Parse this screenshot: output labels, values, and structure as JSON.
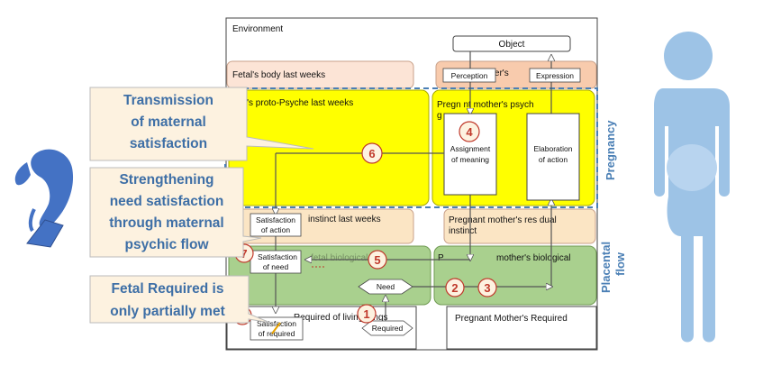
{
  "environment": {
    "label": "Environment"
  },
  "object": {
    "label": "Object"
  },
  "perception": {
    "label": "Perception"
  },
  "expression": {
    "label": "Expression"
  },
  "fetal_body": {
    "label": "Fetal's  body last weeks"
  },
  "mother_body": {
    "label_fragment": "other's"
  },
  "fetal_psyche": {
    "label": "etal's  proto-Psyche  last weeks"
  },
  "mother_psyche": {
    "label_line1": "Pregn  nt mother's psych",
    "label_line2": "g"
  },
  "assignment": {
    "line1": "Assignment",
    "line2": "of meaning"
  },
  "elaboration": {
    "line1": "Elaboration",
    "line2": "of action"
  },
  "fetal_instinct": {
    "label": "instinct last weeks"
  },
  "satisfaction_action": {
    "line1": "Satisfaction",
    "line2": "of action"
  },
  "mother_instinct": {
    "line1": "Pregnant mother's res  dual",
    "line2": "instinct"
  },
  "fetal_biological": {
    "label": "fetal biological"
  },
  "satisfaction_need": {
    "line1": "Satisfaction",
    "line2": "of need"
  },
  "mother_biological": {
    "label_a": "P",
    "label_b": "mother's biological"
  },
  "need": {
    "label": "Need"
  },
  "fetal_required": {
    "label": "Required of living  b  ngs"
  },
  "satisfaction_required": {
    "line1": "Satisfaction",
    "line2": "of required"
  },
  "required": {
    "label": "Required"
  },
  "mother_required": {
    "label": "Pregnant Mother's Required"
  },
  "numbers": [
    "1",
    "2",
    "3",
    "4",
    "5",
    "6",
    "7",
    "8"
  ],
  "callouts": {
    "c1": [
      "Transmission",
      "of maternal",
      "satisfaction"
    ],
    "c2": [
      "Strengthening",
      "need satisfaction",
      "through maternal",
      "psychic flow"
    ],
    "c3": [
      "Fetal Required is",
      "only partially met"
    ]
  },
  "side_labels": {
    "pregnancy": "Pregnancy",
    "placental_line1": "Placental",
    "placental_line2": "flow"
  },
  "colors": {
    "yellow": "#ffff00",
    "green": "#a9d08e",
    "peach": "#f8cbad",
    "light_peach": "#fce4d6",
    "beige": "#fbe5c4",
    "figure_blue": "#9dc3e6",
    "fetus_blue": "#4472c4",
    "callout_fill": "#fdf2e0",
    "arrow_blue": "#4a7fb5",
    "number_red": "#c0392b"
  },
  "icons": [
    "mother-figure-icon",
    "fetus-icon"
  ]
}
